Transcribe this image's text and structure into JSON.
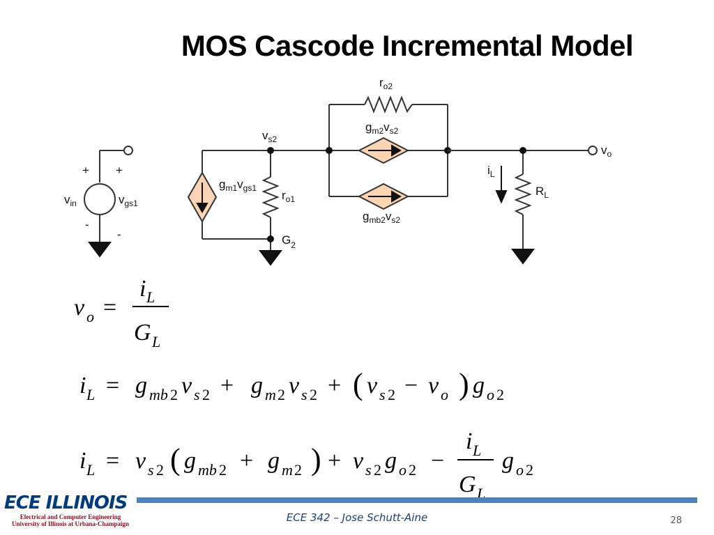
{
  "slide": {
    "title": "MOS Cascode Incremental Model",
    "footer": "ECE 342 – Jose Schutt-Aine",
    "page_number": "28"
  },
  "logo": {
    "name": "ECE ILLINOIS",
    "line1": "Electrical and Computer Engineering",
    "line2": "University of Illinois at Urbana-Champaign"
  },
  "circuit": {
    "source_plus_left": "+",
    "source_plus_right": "+",
    "source_minus_left": "-",
    "source_minus_right": "-",
    "vin": "v",
    "vin_sub": "in",
    "vgs1": "v",
    "vgs1_sub": "gs1",
    "gm1": "g",
    "gm1_sub": "m1",
    "gm1_v": "v",
    "gm1_v_sub": "gs1",
    "ro1": "r",
    "ro1_sub": "o1",
    "G2": "G",
    "G2_sub": "2",
    "vs2": "v",
    "vs2_sub": "s2",
    "ro2": "r",
    "ro2_sub": "o2",
    "gm2": "g",
    "gm2_sub": "m2",
    "gm2_v": "v",
    "gm2_v_sub": "s2",
    "gmb2": "g",
    "gmb2_sub": "mb2",
    "gmb2_v": "v",
    "gmb2_v_sub": "s2",
    "vo": "v",
    "vo_sub": "o",
    "iL": "i",
    "iL_sub": "L",
    "RL": "R",
    "RL_sub": "L"
  },
  "equations": {
    "eq1": "v_o = i_L / G_L",
    "eq2": "i_L = g_mb2 v_s2 + g_m2 v_s2 + (v_s2 − v_o) g_o2",
    "eq3": "i_L = v_s2 (g_mb2 + g_m2) + v_s2 g_o2 − (i_L / G_L) g_o2"
  },
  "colors": {
    "source_fill": "#fbd5b3",
    "footer_bar": "#4f81bd",
    "footer_text": "#1f3f7a",
    "logo_blue": "#003c7d",
    "logo_red": "#8a0e1f"
  }
}
